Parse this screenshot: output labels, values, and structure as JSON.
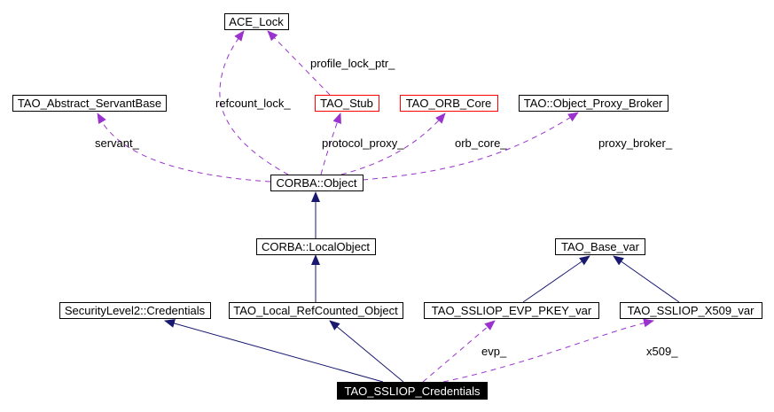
{
  "colors": {
    "usage_edge": "#9a32cd",
    "inherit_edge": "#191970",
    "undocumented_border": "#ff0000",
    "selected_node": "#000000"
  },
  "nodes": {
    "ace_lock": "ACE_Lock",
    "abstract_servant_base": "TAO_Abstract_ServantBase",
    "tao_stub": "TAO_Stub",
    "orb_core": "TAO_ORB_Core",
    "object_proxy_broker": "TAO::Object_Proxy_Broker",
    "corba_object": "CORBA::Object",
    "corba_local_object": "CORBA::LocalObject",
    "base_var": "TAO_Base_var",
    "sl2_credentials": "SecurityLevel2::Credentials",
    "local_refcounted": "TAO_Local_RefCounted_Object",
    "evp_pkey_var": "TAO_SSLIOP_EVP_PKEY_var",
    "x509_var": "TAO_SSLIOP_X509_var",
    "sslio_credentials": "TAO_SSLIOP_Credentials"
  },
  "edge_labels": {
    "profile_lock_ptr": "profile_lock_ptr_",
    "refcount_lock": "refcount_lock_",
    "servant": "servant_",
    "protocol_proxy": "protocol_proxy_",
    "orb_core": "orb_core_",
    "proxy_broker": "proxy_broker_",
    "evp": "evp_",
    "x509": "x509_"
  }
}
